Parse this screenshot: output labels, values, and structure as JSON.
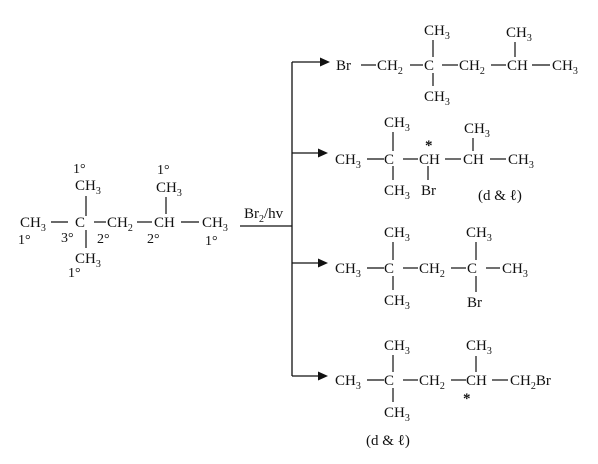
{
  "reagent": "Br2/hv",
  "reagent_parts": {
    "main": "Br",
    "sub": "2",
    "rest": "/hv"
  },
  "reactant": {
    "atoms": {
      "ch3_left": "CH",
      "ch3_left_sub": "3",
      "c_quat": "C",
      "ch3_top": "CH",
      "ch3_top_sub": "3",
      "ch3_bottom": "CH",
      "ch3_bottom_sub": "3",
      "ch2": "CH",
      "ch2_sub": "2",
      "ch": "CH",
      "ch_branch": "CH",
      "ch_branch_sub": "3",
      "ch3_right": "CH",
      "ch3_right_sub": "3"
    },
    "degrees": {
      "top_methyl": "1°",
      "left_methyl": "1°",
      "quaternary": "3°",
      "ch2": "2°",
      "ch": "2°",
      "branch_methyl": "1°",
      "right_methyl": "1°",
      "bottom_methyl": "1°"
    }
  },
  "products": [
    {
      "atoms": {
        "br": "Br",
        "ch2a": "CH",
        "ch2a_sub": "2",
        "c": "C",
        "ch3_up": "CH",
        "ch3_up_sub": "3",
        "ch3_down": "CH",
        "ch3_down_sub": "3",
        "ch2b": "CH",
        "ch2b_sub": "2",
        "ch": "CH",
        "ch3_branch": "CH",
        "ch3_branch_sub": "3",
        "ch3_end": "CH",
        "ch3_end_sub": "3"
      }
    },
    {
      "atoms": {
        "ch3_start": "CH",
        "ch3_start_sub": "3",
        "c": "C",
        "ch3_up": "CH",
        "ch3_up_sub": "3",
        "ch3_down": "CH",
        "ch3_down_sub": "3",
        "chbr": "CH",
        "br": "Br",
        "ch": "CH",
        "ch3_branch": "CH",
        "ch3_branch_sub": "3",
        "ch3_end": "CH",
        "ch3_end_sub": "3"
      },
      "chiral_mark": "*",
      "note": "(d & ℓ)"
    },
    {
      "atoms": {
        "ch3_start": "CH",
        "ch3_start_sub": "3",
        "c1": "C",
        "ch3_up1": "CH",
        "ch3_up1_sub": "3",
        "ch3_down1": "CH",
        "ch3_down1_sub": "3",
        "ch2": "CH",
        "ch2_sub": "2",
        "c2": "C",
        "ch3_up2": "CH",
        "ch3_up2_sub": "3",
        "br": "Br",
        "ch3_end": "CH",
        "ch3_end_sub": "3"
      }
    },
    {
      "atoms": {
        "ch3_start": "CH",
        "ch3_start_sub": "3",
        "c": "C",
        "ch3_up": "CH",
        "ch3_up_sub": "3",
        "ch3_down": "CH",
        "ch3_down_sub": "3",
        "ch2": "CH",
        "ch2_sub": "2",
        "ch": "CH",
        "ch3_branch": "CH",
        "ch3_branch_sub": "3",
        "ch2br": "CH",
        "ch2br_sub": "2",
        "ch2br_tail": "Br"
      },
      "chiral_mark": "*",
      "note": "(d & ℓ)"
    }
  ]
}
